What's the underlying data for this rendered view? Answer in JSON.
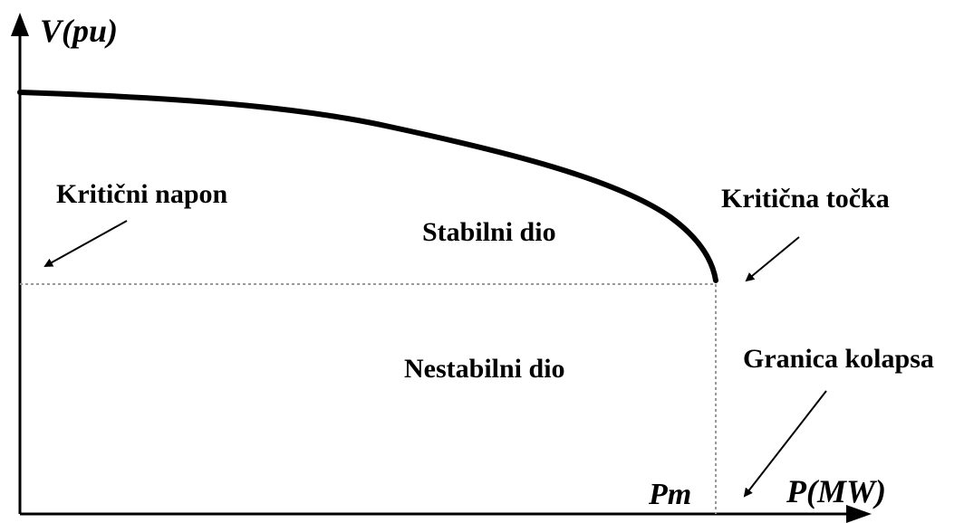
{
  "axes": {
    "y_label": "V(pu)",
    "x_label": "P(MW)",
    "x_tick": "Pm"
  },
  "annotations": {
    "critical_voltage": "Kritični napon",
    "critical_point": "Kritična točka",
    "stable_part": "Stabilni dio",
    "unstable_part": "Nestabilni dio",
    "collapse_limit": "Granica kolapsa"
  },
  "colors": {
    "curve": "#000000",
    "dashed": "#9a9a9a",
    "text": "#000000"
  }
}
